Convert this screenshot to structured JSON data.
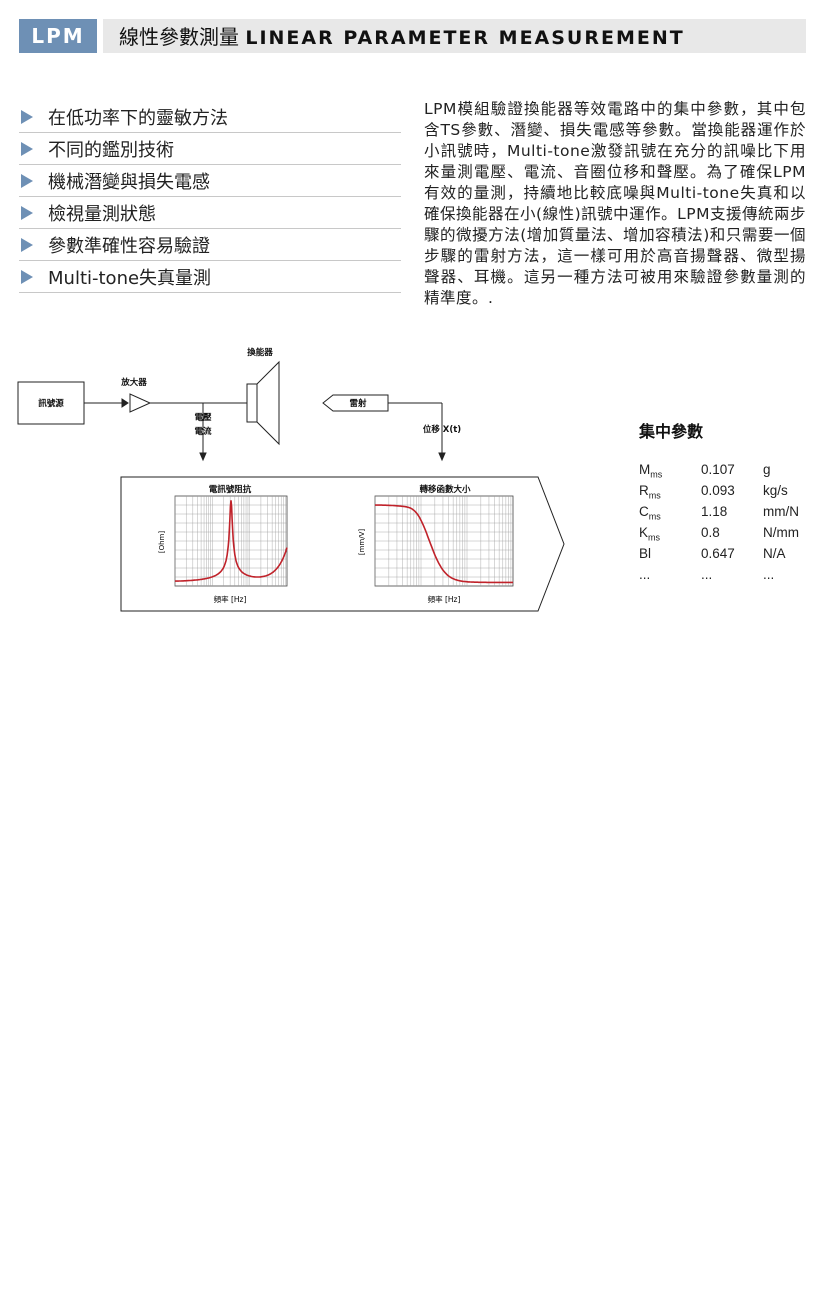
{
  "header": {
    "badge": "LPM",
    "title_zh": "線性參數測量",
    "title_en": "LINEAR PARAMETER MEASUREMENT"
  },
  "features": [
    "在低功率下的靈敏方法",
    "不同的鑑別技術",
    "機械潛變與損失電感",
    "檢視量測狀態",
    "參數準確性容易驗證",
    "Multi-tone失真量測"
  ],
  "description": "LPM模組驗證換能器等效電路中的集中參數，其中包含TS參數、潛變、損失電感等參數。當換能器運作於小訊號時，Multi-tone激發訊號在充分的訊噪比下用來量測電壓、電流、音圈位移和聲壓。為了確保LPM有效的量測，持續地比較底噪與Multi-tone失真和以確保換能器在小(線性)訊號中運作。LPM支援傳統兩步驟的微擾方法(增加質量法、增加容積法)和只需要一個步驟的雷射方法，這一樣可用於高音揚聲器、微型揚聲器、耳機。這另一種方法可被用來驗證參數量測的精準度。.",
  "diagram": {
    "source": "訊號源",
    "amplifier": "放大器",
    "transducer": "換能器",
    "laser": "雷射",
    "voltage": "電壓",
    "current": "電流",
    "displacement": "位移 X(t)",
    "impedance_title": "電訊號阻抗",
    "transfer_title": "轉移函數大小",
    "freq_label": "頻率 [Hz]",
    "ohm_label": "[Ohm]",
    "mmv_label": "[mm/V]"
  },
  "params": {
    "title": "集中參數",
    "rows": [
      {
        "name": "M",
        "sub": "ms",
        "value": "0.107",
        "unit": "g"
      },
      {
        "name": "R",
        "sub": "ms",
        "value": "0.093",
        "unit": "kg/s"
      },
      {
        "name": "C",
        "sub": "ms",
        "value": "1.18",
        "unit": "mm/N"
      },
      {
        "name": "K",
        "sub": "ms",
        "value": "0.8",
        "unit": "N/mm"
      },
      {
        "name": "Bl",
        "sub": "",
        "value": "0.647",
        "unit": "N/A"
      },
      {
        "name": "...",
        "sub": "",
        "value": "...",
        "unit": "..."
      }
    ]
  },
  "colors": {
    "accent": "#6e90b5",
    "header_bg": "#e8e8e8",
    "curve": "#c0222a"
  }
}
